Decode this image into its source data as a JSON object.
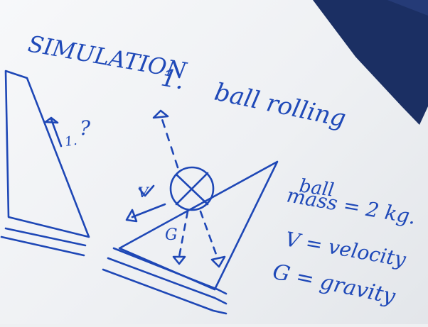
{
  "note": {
    "title": "SIMULATION",
    "number": "1.",
    "subtitle": "ball rolling",
    "question_mark": "?",
    "left_label": "1.",
    "ball_label": "ball",
    "mass_text": "mass = 2 kg.",
    "velocity_text": "V = velocity",
    "gravity_text": "G = gravity",
    "g_vector_label": "G",
    "v_vector_label": "V"
  },
  "colors": {
    "ink": "#1e47b6",
    "paper": "#f4f5f7",
    "marker_body": "#1b2f63"
  }
}
